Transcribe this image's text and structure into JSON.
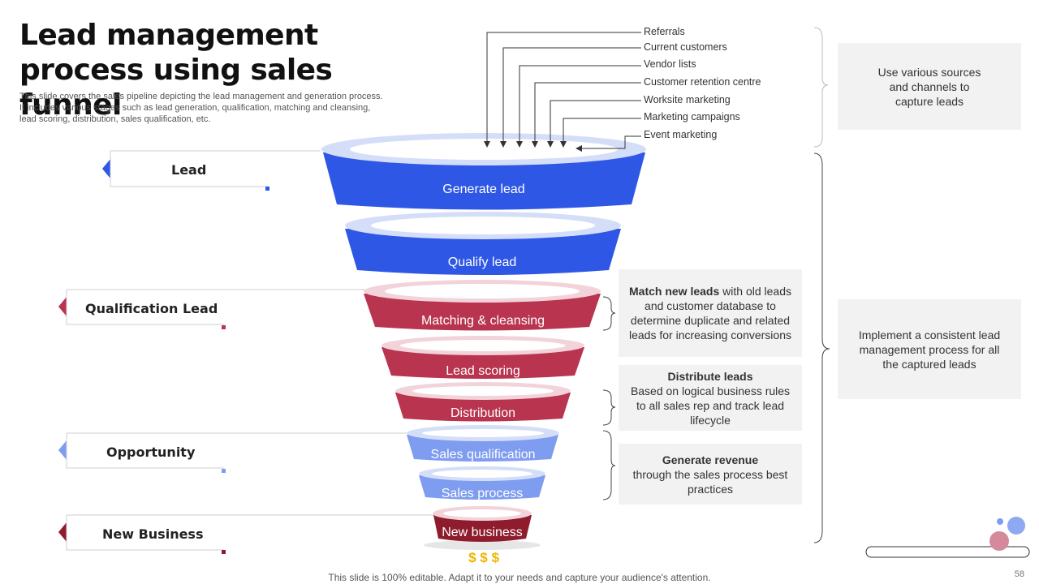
{
  "title": "Lead management process using sales funnel",
  "subtitle": "This slide covers the sales pipeline depicting the lead management and generation process. It includes various stages such as lead generation, qualification, matching and cleansing, lead scoring, distribution, sales qualification, etc.",
  "stages": {
    "lead": "Lead",
    "qualification": "Qualification Lead",
    "opportunity": "Opportunity",
    "new_business": "New Business"
  },
  "funnel": [
    "Generate lead",
    "Qualify lead",
    "Matching & cleansing",
    "Lead scoring",
    "Distribution",
    "Sales qualification",
    "Sales process",
    "New business"
  ],
  "sources": [
    "Referrals",
    "Current  customers",
    "Vendor lists",
    "Customer retention centre",
    "Worksite marketing",
    "Marketing campaigns",
    "Event marketing"
  ],
  "boxes": {
    "sources": "Use various sources and channels to capture leads",
    "consistent": "Implement a consistent lead management process for all the captured leads",
    "match_bold": "Match new leads",
    "match_rest": " with old leads and customer database to determine duplicate and related leads for increasing conversions",
    "distribute_bold": "Distribute leads",
    "distribute_rest": "Based on logical business rules to all sales rep and track lead lifecycle",
    "revenue_bold": "Generate revenue",
    "revenue_rest": "through the sales process best practices"
  },
  "dollar_signs": "$ $ $",
  "footer": "This slide is 100% editable. Adapt it to your needs and capture your audience's attention.",
  "page_number": "58",
  "colors": {
    "blue": "#2e57e6",
    "crimson": "#b8344f",
    "light_blue": "#7e9cf0",
    "dark_red": "#8e1c2c"
  }
}
